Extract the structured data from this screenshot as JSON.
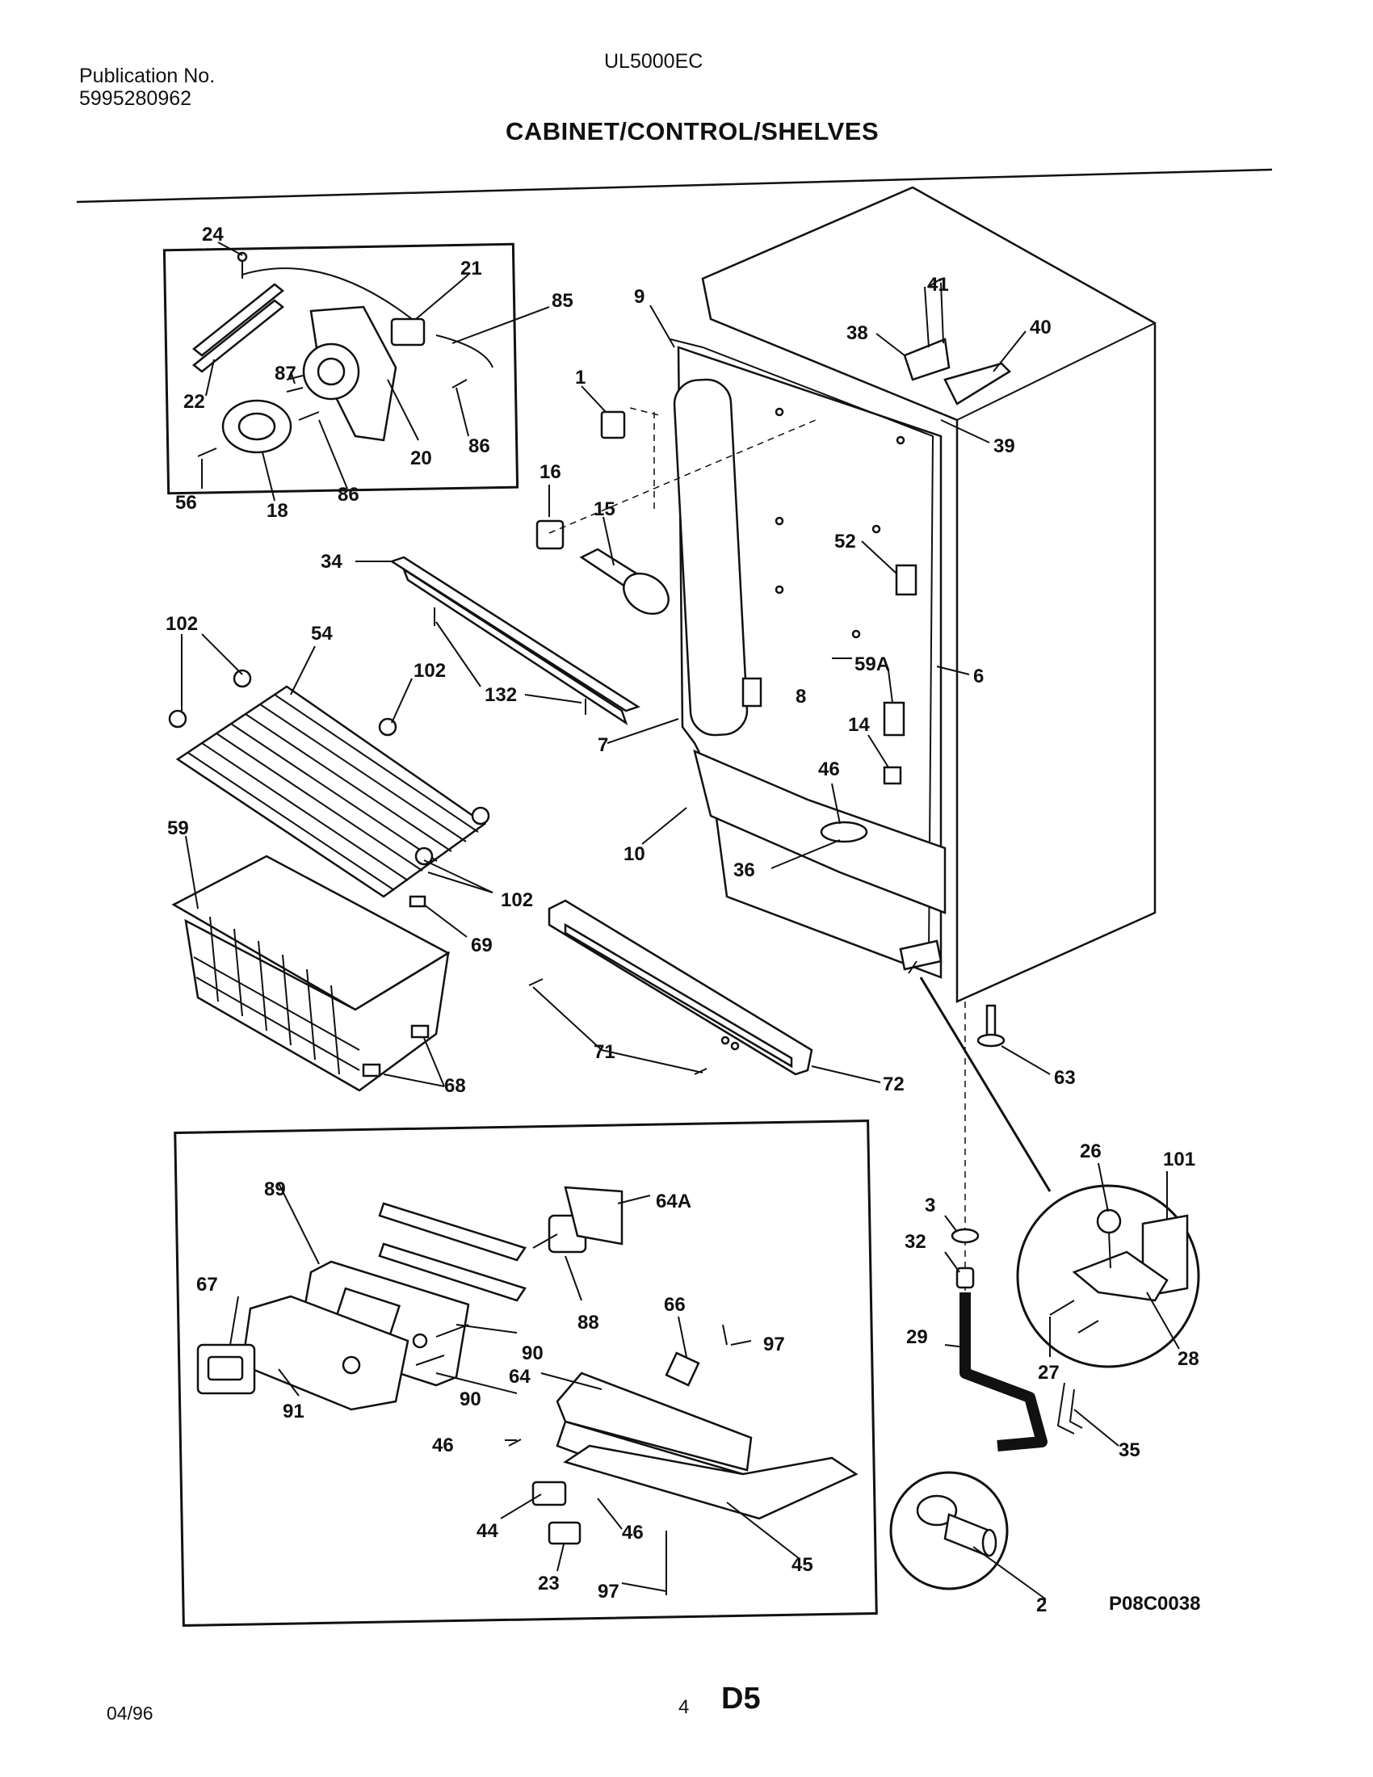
{
  "header": {
    "publication_label": "Publication No.",
    "publication_number": "5995280962",
    "model": "UL5000EC",
    "title": "CABINET/CONTROL/SHELVES"
  },
  "callouts": {
    "c24": "24",
    "c21": "21",
    "c85": "85",
    "c87": "87",
    "c22": "22",
    "c20": "20",
    "c86a": "86",
    "c86b": "86",
    "c56": "56",
    "c18": "18",
    "c9": "9",
    "c1": "1",
    "c41": "41",
    "c38": "38",
    "c40": "40",
    "c39": "39",
    "c16": "16",
    "c15": "15",
    "c52": "52",
    "c34": "34",
    "c102a": "102",
    "c54": "54",
    "c102b": "102",
    "c132": "132",
    "c59A": "59A",
    "c6": "6",
    "c8": "8",
    "c7": "7",
    "c14": "14",
    "c46a": "46",
    "c10": "10",
    "c59": "59",
    "c36": "36",
    "c102c": "102",
    "c69": "69",
    "c71": "71",
    "c72": "72",
    "c63": "63",
    "c68": "68",
    "c89": "89",
    "c64A": "64A",
    "c67": "67",
    "c88": "88",
    "c90a": "90",
    "c66": "66",
    "c97a": "97",
    "c90b": "90",
    "c91": "91",
    "c64": "64",
    "c46b": "46",
    "c46c": "46",
    "c44": "44",
    "c23": "23",
    "c97b": "97",
    "c45": "45",
    "c26": "26",
    "c101": "101",
    "c3": "3",
    "c32": "32",
    "c29": "29",
    "c27": "27",
    "c28": "28",
    "c35": "35",
    "c2": "2"
  },
  "drawing_code": "P08C0038",
  "footer": {
    "date": "04/96",
    "page": "4",
    "section": "D5"
  }
}
